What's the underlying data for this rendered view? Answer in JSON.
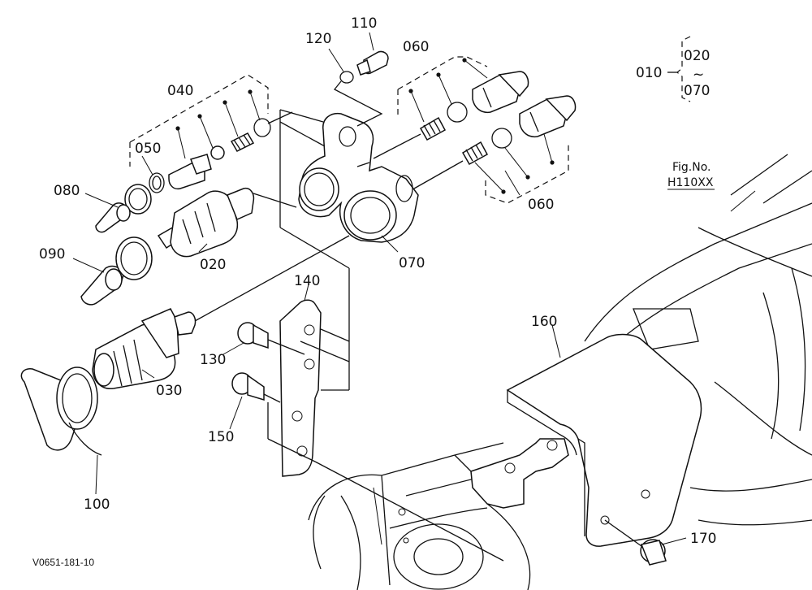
{
  "diagram": {
    "doc_code": "V0651-181-10",
    "figure_ref": {
      "title": "Fig.No.",
      "code": "H110XX"
    },
    "bracket_range": {
      "parent": "010",
      "from": "020",
      "tilde": "~",
      "to": "070"
    },
    "callouts": {
      "p010": "010",
      "p020": "020",
      "p030": "030",
      "p040": "040",
      "p050": "050",
      "p060a": "060",
      "p060b": "060",
      "p070": "070",
      "p080": "080",
      "p090": "090",
      "p100": "100",
      "p110": "110",
      "p120": "120",
      "p130": "130",
      "p140": "140",
      "p150": "150",
      "p160": "160",
      "p170": "170"
    }
  }
}
